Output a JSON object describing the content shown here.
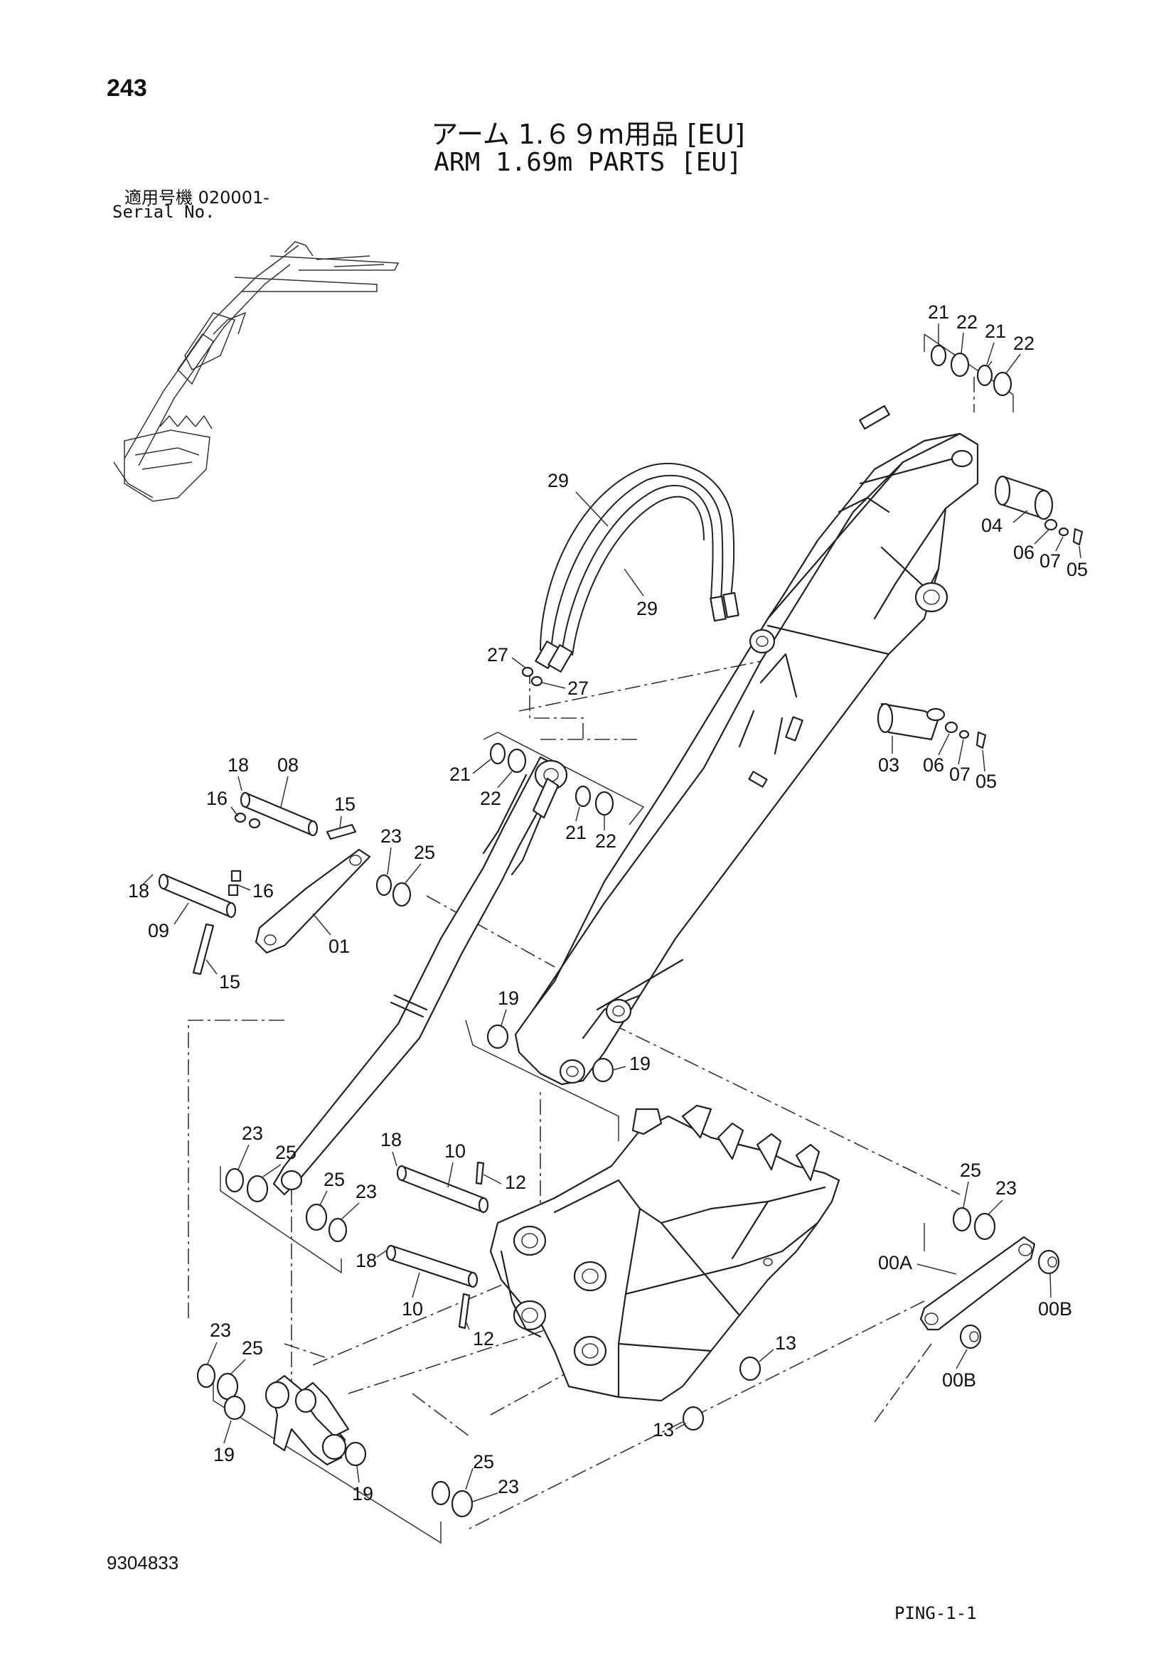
{
  "header": {
    "page_number": "243",
    "title_jp": "アーム 1.６９m用品 [EU]",
    "title_en": "ARM 1.69m PARTS [EU]",
    "serial_label_jp": "適用号機  020001-",
    "serial_label_en": "Serial No."
  },
  "footer": {
    "document_number": "9304833",
    "page_code": "PING-1-1"
  },
  "callouts": [
    "21",
    "22",
    "21",
    "22",
    "29",
    "29",
    "04",
    "06",
    "07",
    "05",
    "27",
    "27",
    "21",
    "22",
    "21",
    "22",
    "03",
    "06",
    "07",
    "05",
    "18",
    "08",
    "16",
    "15",
    "23",
    "25",
    "18",
    "16",
    "09",
    "15",
    "01",
    "19",
    "19",
    "23",
    "25",
    "25",
    "23",
    "18",
    "10",
    "12",
    "18",
    "10",
    "12",
    "25",
    "23",
    "00A",
    "00B",
    "00B",
    "23",
    "25",
    "13",
    "13",
    "19",
    "25",
    "23",
    "19"
  ]
}
